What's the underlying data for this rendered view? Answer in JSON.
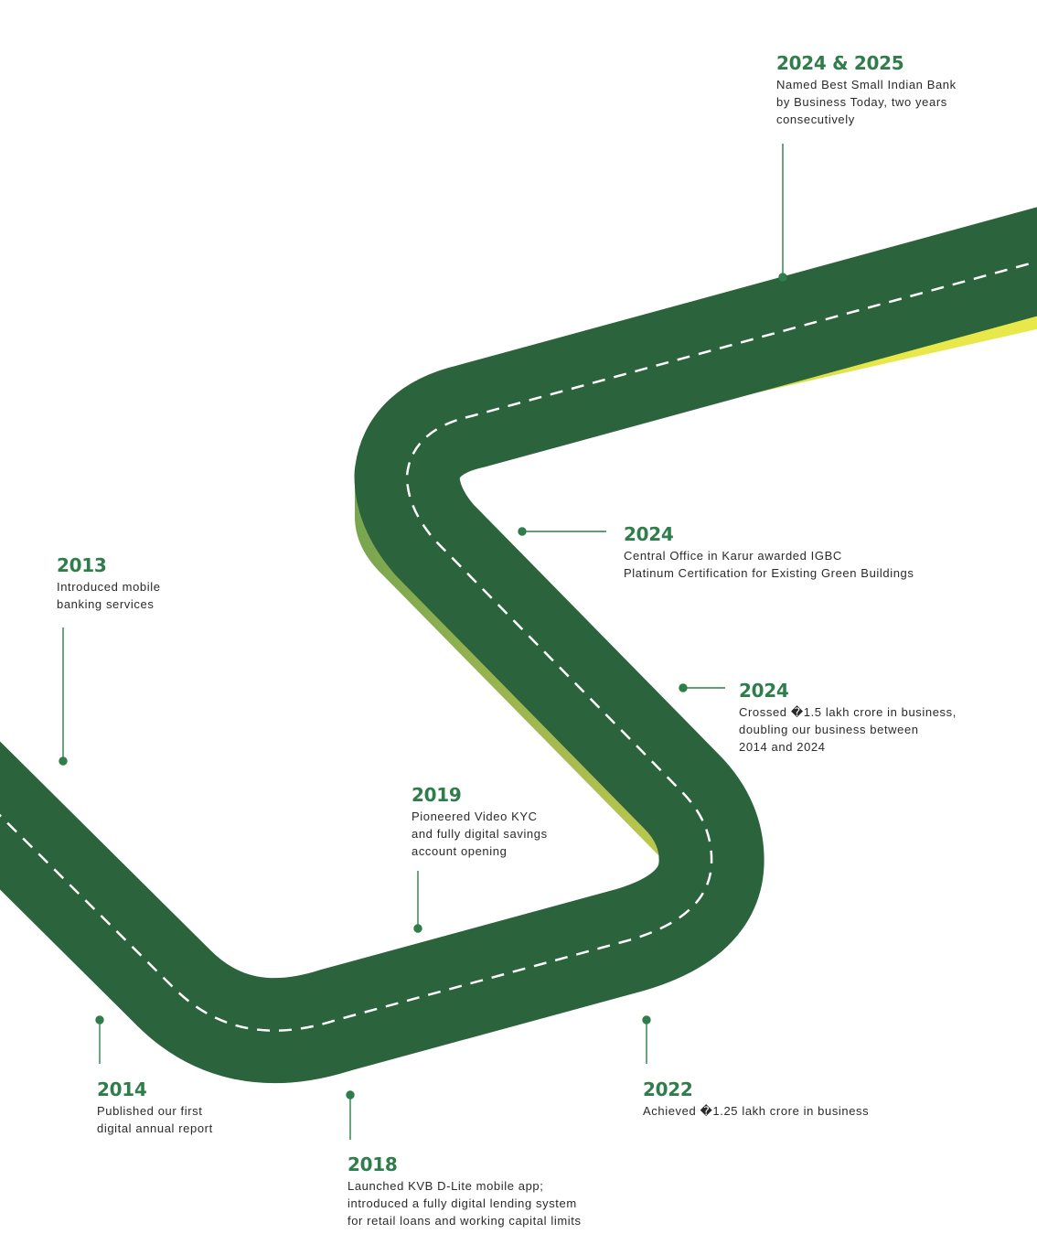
{
  "colors": {
    "road": "#2b633d",
    "accent": "#2f7d4a",
    "side_start": "#3a8a50",
    "side_end": "#e8e84a",
    "lane_marking": "#ffffff"
  },
  "milestones": [
    {
      "year": "2024 & 2025",
      "text": "Named Best Small Indian Bank\nby Business Today, two years\nconsecutively"
    },
    {
      "year": "2013",
      "text": "Introduced mobile\nbanking services"
    },
    {
      "year": "2024",
      "text": "Central Office in Karur awarded IGBC\nPlatinum Certification for Existing Green Buildings"
    },
    {
      "year": "2024",
      "text": "Crossed �1.5 lakh crore in business,\ndoubling our business between\n2014 and 2024"
    },
    {
      "year": "2019",
      "text": "Pioneered Video KYC\nand fully digital savings\naccount opening"
    },
    {
      "year": "2014",
      "text": "Published our first\ndigital annual report"
    },
    {
      "year": "2022",
      "text": "Achieved �1.25 lakh crore in business"
    },
    {
      "year": "2018",
      "text": "Launched KVB D-Lite mobile app;\nintroduced a fully digital lending system\nfor retail loans and working capital limits"
    }
  ]
}
